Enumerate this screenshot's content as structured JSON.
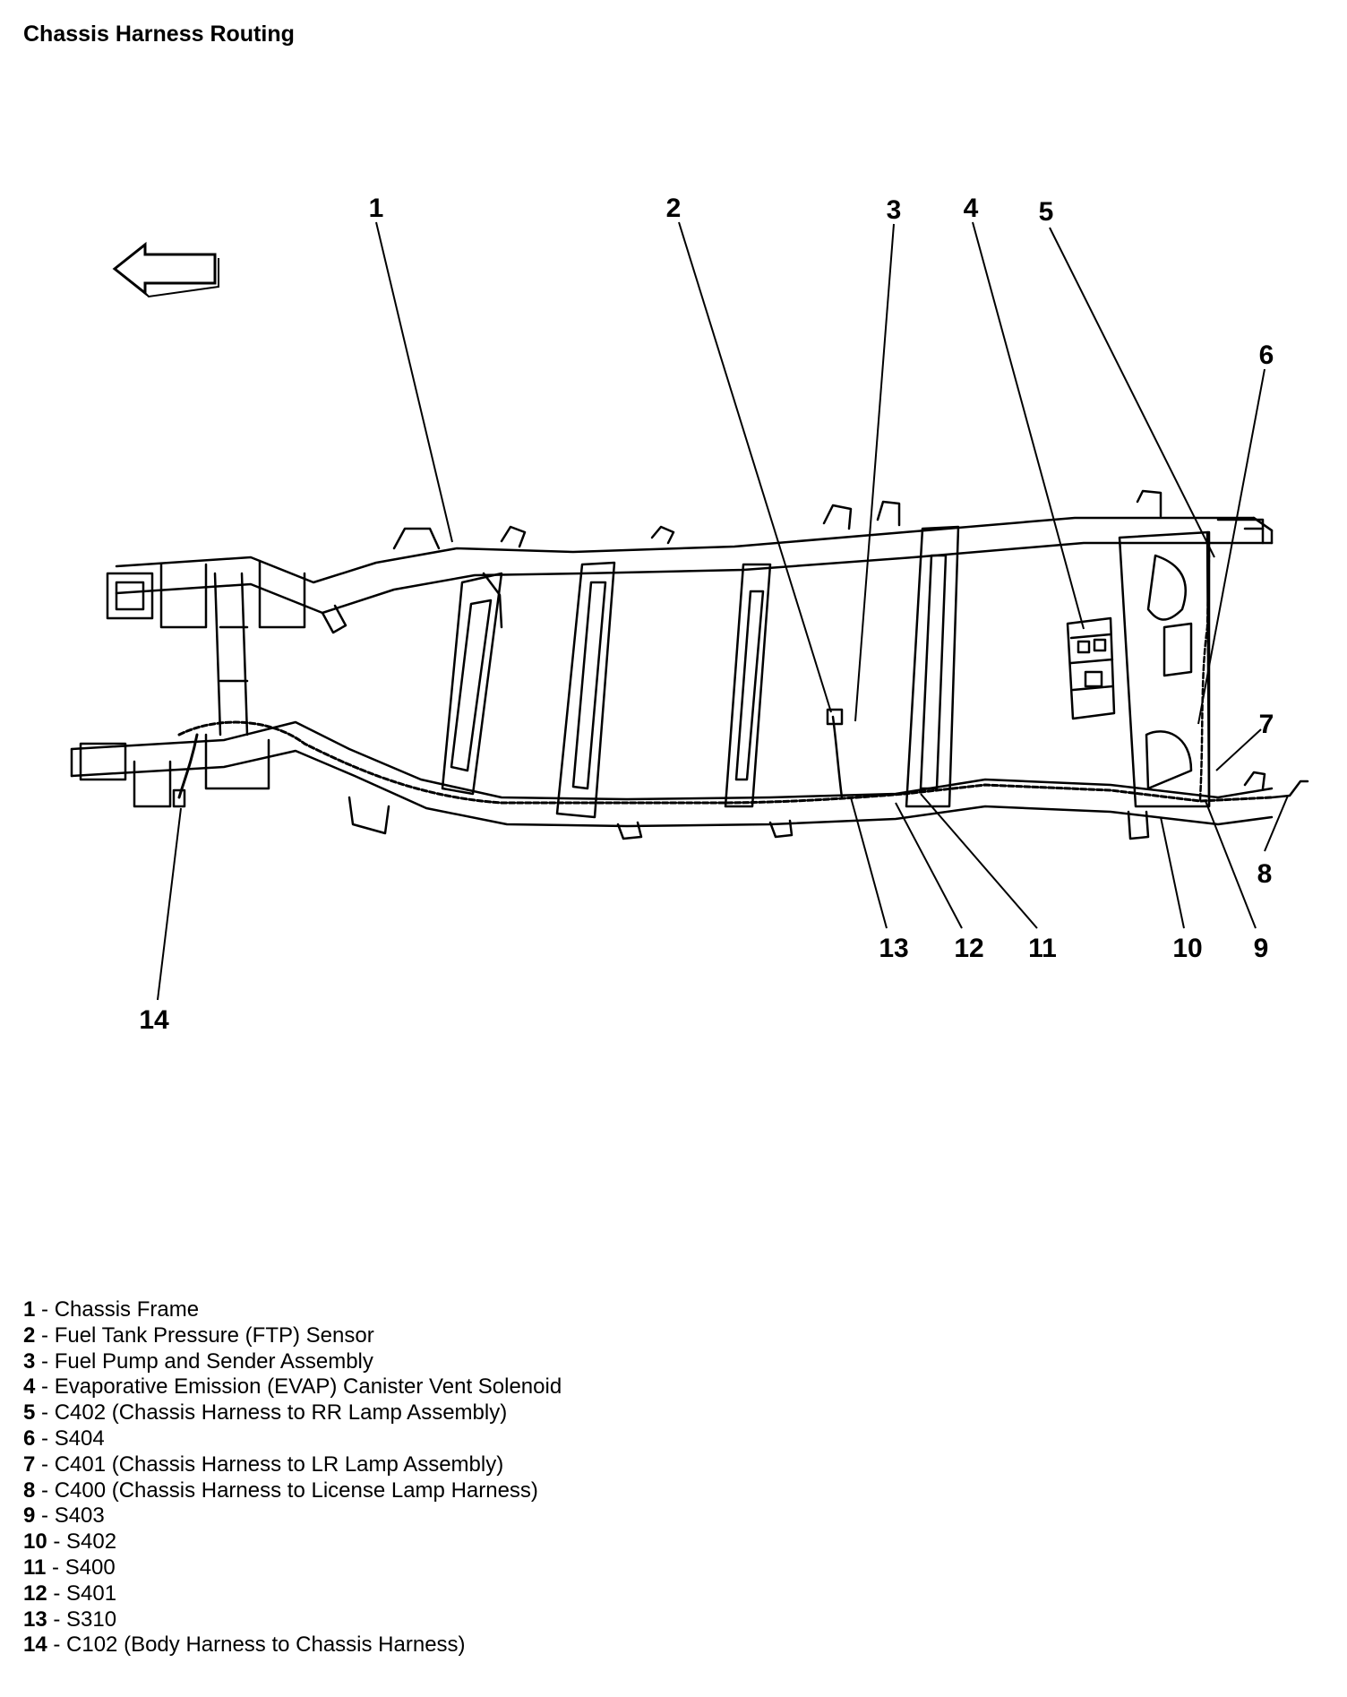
{
  "title": "Chassis Harness Routing",
  "callouts": [
    {
      "number": "1",
      "description": "Chassis Frame"
    },
    {
      "number": "2",
      "description": "Fuel Tank Pressure (FTP) Sensor"
    },
    {
      "number": "3",
      "description": "Fuel Pump and Sender Assembly"
    },
    {
      "number": "4",
      "description": "Evaporative Emission (EVAP) Canister Vent Solenoid"
    },
    {
      "number": "5",
      "description": "C402 (Chassis Harness to RR Lamp Assembly)"
    },
    {
      "number": "6",
      "description": "S404"
    },
    {
      "number": "7",
      "description": "C401 (Chassis Harness to LR Lamp Assembly)"
    },
    {
      "number": "8",
      "description": "C400 (Chassis Harness to License Lamp Harness)"
    },
    {
      "number": "9",
      "description": "S403"
    },
    {
      "number": "10",
      "description": "S402"
    },
    {
      "number": "11",
      "description": "S400"
    },
    {
      "number": "12",
      "description": "S401"
    },
    {
      "number": "13",
      "description": "S310"
    },
    {
      "number": "14",
      "description": "C102 (Body Harness to Chassis Harness)"
    }
  ],
  "legend_separator": " - ",
  "icons": {
    "direction_arrow": "left-arrow-icon"
  }
}
